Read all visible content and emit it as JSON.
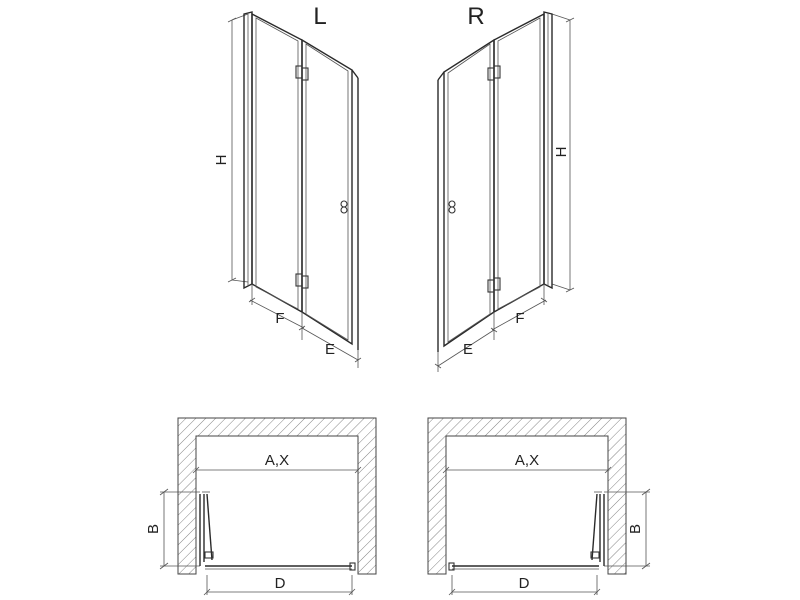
{
  "elevations": {
    "left": {
      "title": "L",
      "height_label": "H",
      "fixed_label": "F",
      "door_label": "E"
    },
    "right": {
      "title": "R",
      "height_label": "H",
      "fixed_label": "F",
      "door_label": "E"
    }
  },
  "plans": {
    "left": {
      "width_label": "A,X",
      "depth_label": "B",
      "opening_label": "D"
    },
    "right": {
      "width_label": "A,X",
      "depth_label": "B",
      "opening_label": "D"
    }
  },
  "colors": {
    "line": "#333333",
    "background": "#ffffff"
  }
}
